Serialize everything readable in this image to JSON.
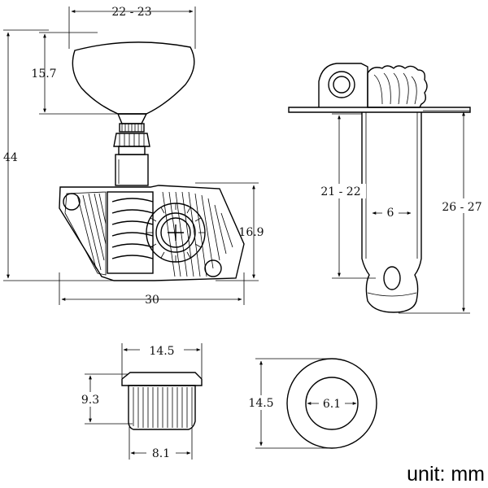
{
  "diagram": {
    "dimensions": {
      "top_width": "22 - 23",
      "button_height": "15.7",
      "total_height": "44",
      "gear_height": "16.9",
      "base_width": "30",
      "post_length_short": "21 - 22",
      "post_diameter": "6",
      "post_length_long": "26 - 27",
      "bushing_width": "14.5",
      "bushing_height": "9.3",
      "bushing_base": "8.1",
      "washer_diameter": "14.5",
      "washer_hole": "6.1"
    },
    "unit_label": "unit: mm"
  }
}
